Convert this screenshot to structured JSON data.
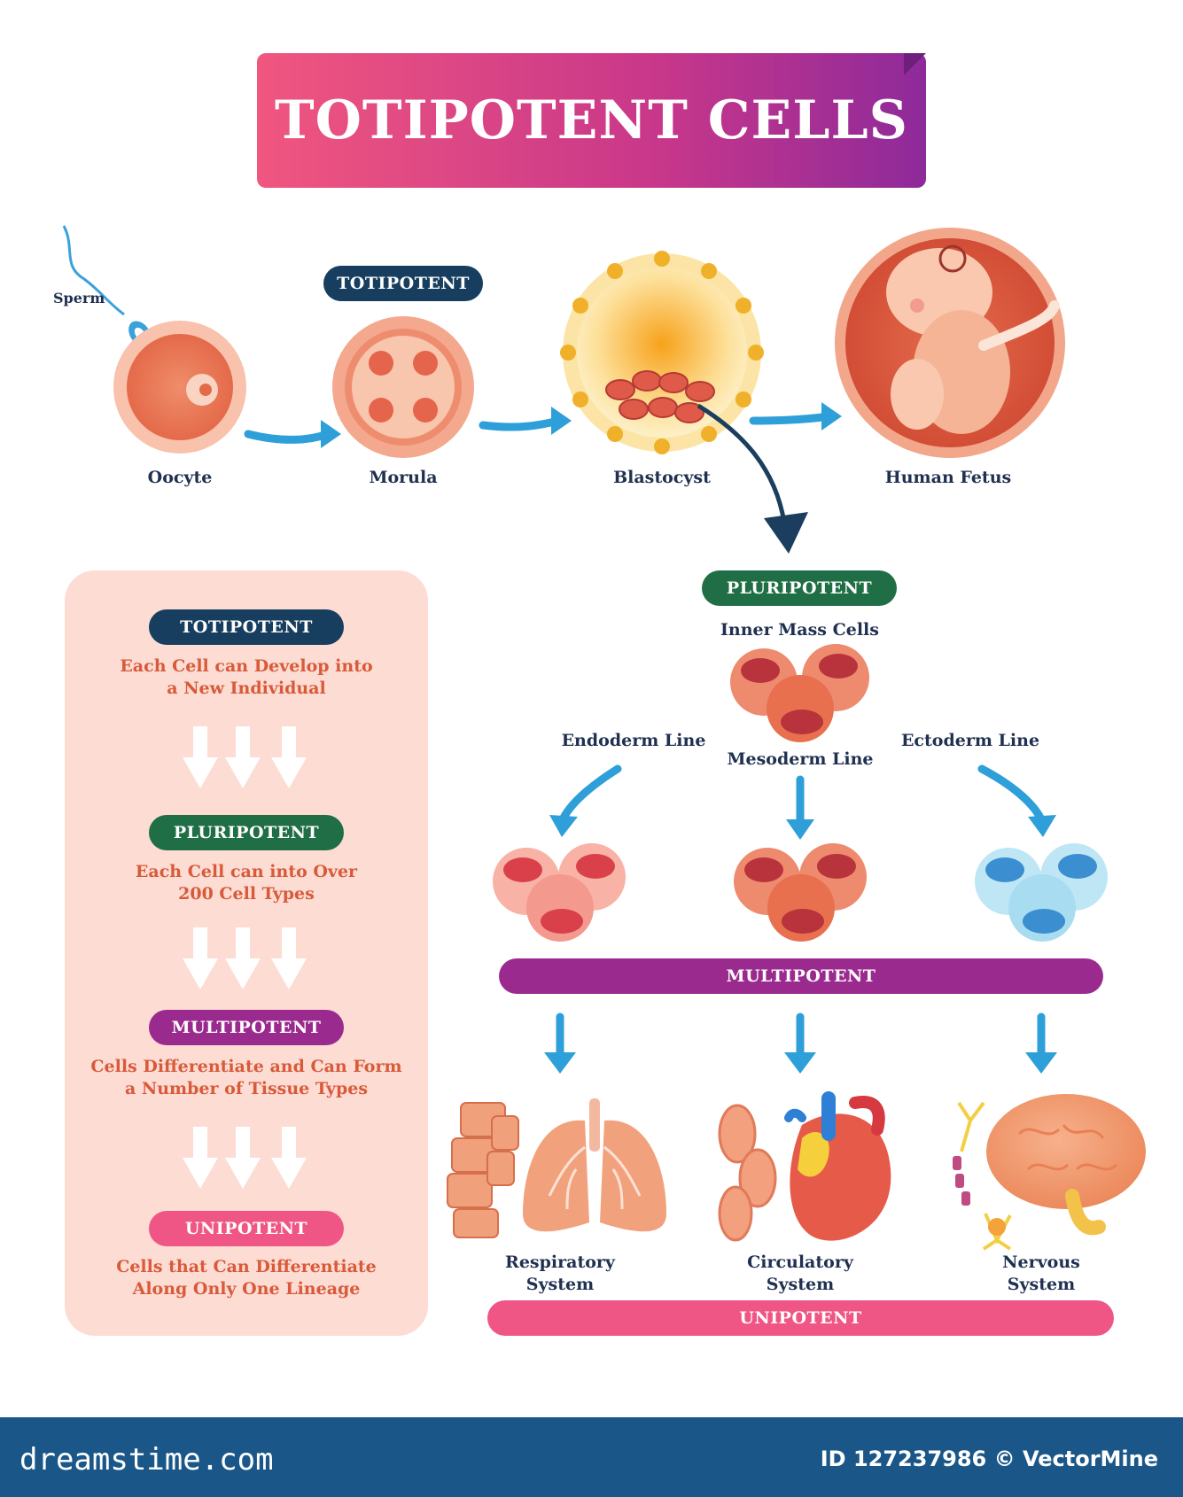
{
  "title": "TOTIPOTENT CELLS",
  "flow": {
    "sperm": "Sperm",
    "oocyte": "Oocyte",
    "morula": "Morula",
    "blastocyst": "Blastocyst",
    "fetus": "Human Fetus",
    "totipotent_tag": "TOTIPOTENT",
    "pluripotent_tag": "PLURIPOTENT",
    "inner_mass": "Inner Mass Cells"
  },
  "lines": {
    "endoderm": "Endoderm Line",
    "mesoderm": "Mesoderm Line",
    "ectoderm": "Ectoderm Line"
  },
  "multipotent_bar": "MULTIPOTENT",
  "unipotent_bar": "UNIPOTENT",
  "systems": {
    "respiratory_1": "Respiratory",
    "respiratory_2": "System",
    "circulatory_1": "Circulatory",
    "circulatory_2": "System",
    "nervous_1": "Nervous",
    "nervous_2": "System"
  },
  "legend": [
    {
      "tag": "TOTIPOTENT",
      "line1": "Each Cell can Develop into",
      "line2": "a New Individual"
    },
    {
      "tag": "PLURIPOTENT",
      "line1": "Each Cell can into Over",
      "line2": "200 Cell Types"
    },
    {
      "tag": "MULTIPOTENT",
      "line1": "Cells Differentiate and Can Form",
      "line2": "a Number of Tissue Types"
    },
    {
      "tag": "UNIPOTENT",
      "line1": "Cells that Can Differentiate",
      "line2": "Along Only One Lineage"
    }
  ],
  "footer": {
    "brand": "dreamstime.com",
    "id": "ID 127237986 © VectorMine"
  },
  "colors": {
    "navy": "#173e5e",
    "green": "#1f6e45",
    "purple": "#9b2a8f",
    "pink": "#ef5685",
    "arrow_blue": "#2e9fd8"
  }
}
